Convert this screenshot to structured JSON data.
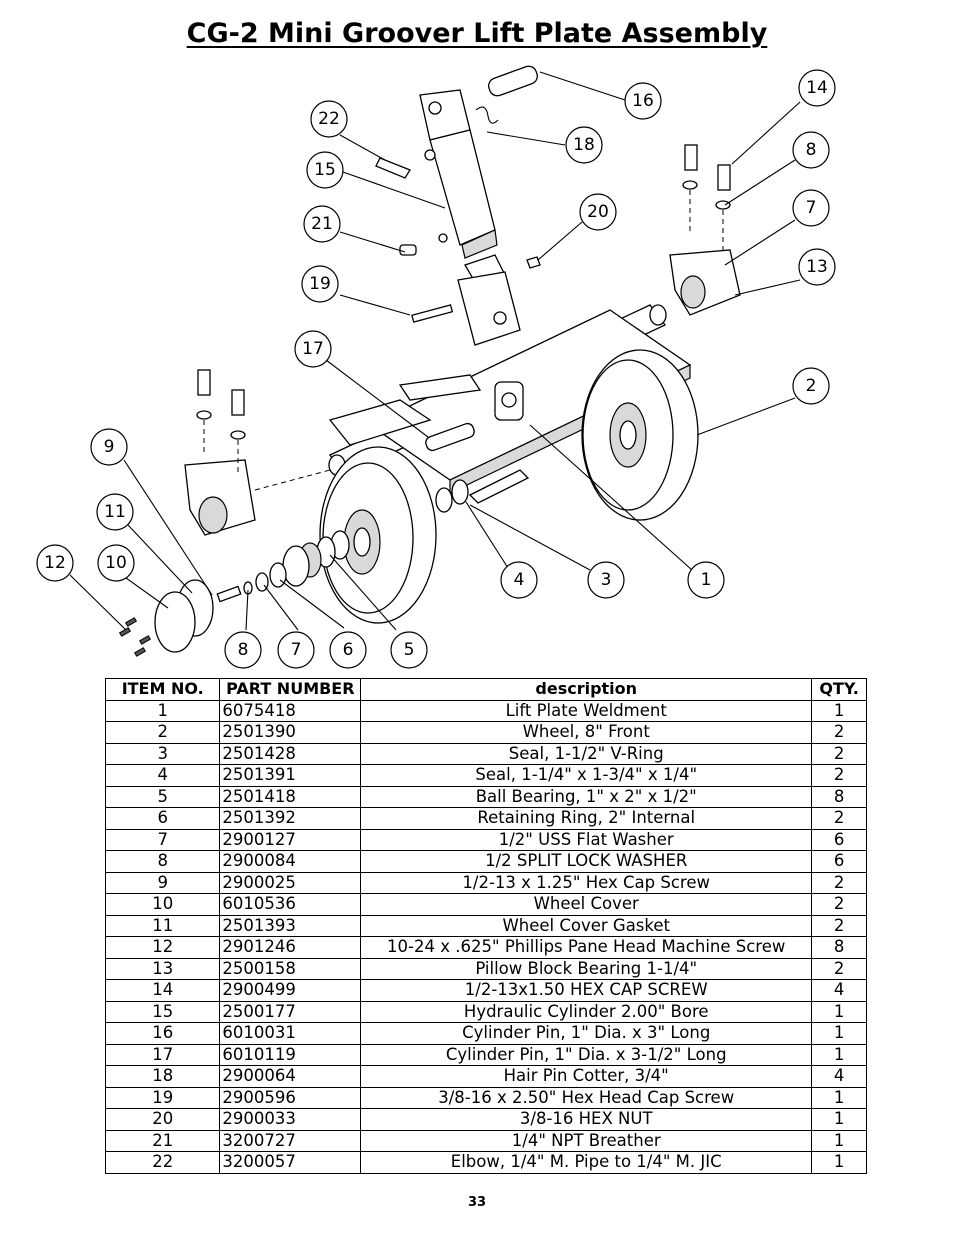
{
  "title": "CG-2 Mini Groover Lift Plate Assembly",
  "page_number": "33",
  "diagram": {
    "balloons": [
      "16",
      "14",
      "22",
      "18",
      "8",
      "15",
      "7",
      "20",
      "21",
      "13",
      "19",
      "17",
      "2",
      "9",
      "11",
      "12",
      "10",
      "4",
      "3",
      "1",
      "8",
      "7",
      "6",
      "5"
    ]
  },
  "table": {
    "headers": {
      "item": "ITEM NO.",
      "part": "PART NUMBER",
      "desc": "description",
      "qty": "QTY."
    },
    "rows": [
      {
        "item": "1",
        "part": "6075418",
        "desc": "Lift Plate Weldment",
        "qty": "1"
      },
      {
        "item": "2",
        "part": "2501390",
        "desc": "Wheel, 8\" Front",
        "qty": "2"
      },
      {
        "item": "3",
        "part": "2501428",
        "desc": "Seal, 1-1/2\" V-Ring",
        "qty": "2"
      },
      {
        "item": "4",
        "part": "2501391",
        "desc": "Seal, 1-1/4\" x 1-3/4\" x 1/4\"",
        "qty": "2"
      },
      {
        "item": "5",
        "part": "2501418",
        "desc": "Ball Bearing, 1\" x 2\" x 1/2\"",
        "qty": "8"
      },
      {
        "item": "6",
        "part": "2501392",
        "desc": "Retaining Ring, 2\" Internal",
        "qty": "2"
      },
      {
        "item": "7",
        "part": "2900127",
        "desc": "1/2\" USS Flat Washer",
        "qty": "6"
      },
      {
        "item": "8",
        "part": "2900084",
        "desc": "1/2 SPLIT LOCK WASHER",
        "qty": "6"
      },
      {
        "item": "9",
        "part": "2900025",
        "desc": "1/2-13 x 1.25\" Hex Cap Screw",
        "qty": "2"
      },
      {
        "item": "10",
        "part": "6010536",
        "desc": "Wheel Cover",
        "qty": "2"
      },
      {
        "item": "11",
        "part": "2501393",
        "desc": "Wheel Cover Gasket",
        "qty": "2"
      },
      {
        "item": "12",
        "part": "2901246",
        "desc": "10-24 x .625\" Phillips Pane Head Machine Screw",
        "qty": "8"
      },
      {
        "item": "13",
        "part": "2500158",
        "desc": "Pillow Block Bearing 1-1/4\"",
        "qty": "2"
      },
      {
        "item": "14",
        "part": "2900499",
        "desc": "1/2-13x1.50 HEX CAP SCREW",
        "qty": "4"
      },
      {
        "item": "15",
        "part": "2500177",
        "desc": "Hydraulic Cylinder 2.00\" Bore",
        "qty": "1"
      },
      {
        "item": "16",
        "part": "6010031",
        "desc": "Cylinder Pin, 1\" Dia. x 3\" Long",
        "qty": "1"
      },
      {
        "item": "17",
        "part": "6010119",
        "desc": "Cylinder Pin, 1\" Dia. x 3-1/2\" Long",
        "qty": "1"
      },
      {
        "item": "18",
        "part": "2900064",
        "desc": "Hair Pin Cotter, 3/4\"",
        "qty": "4"
      },
      {
        "item": "19",
        "part": "2900596",
        "desc": "3/8-16 x 2.50\" Hex Head Cap Screw",
        "qty": "1"
      },
      {
        "item": "20",
        "part": "2900033",
        "desc": "3/8-16 HEX NUT",
        "qty": "1"
      },
      {
        "item": "21",
        "part": "3200727",
        "desc": "1/4\" NPT Breather",
        "qty": "1"
      },
      {
        "item": "22",
        "part": "3200057",
        "desc": "Elbow, 1/4\" M. Pipe to 1/4\" M. JIC",
        "qty": "1"
      }
    ]
  }
}
